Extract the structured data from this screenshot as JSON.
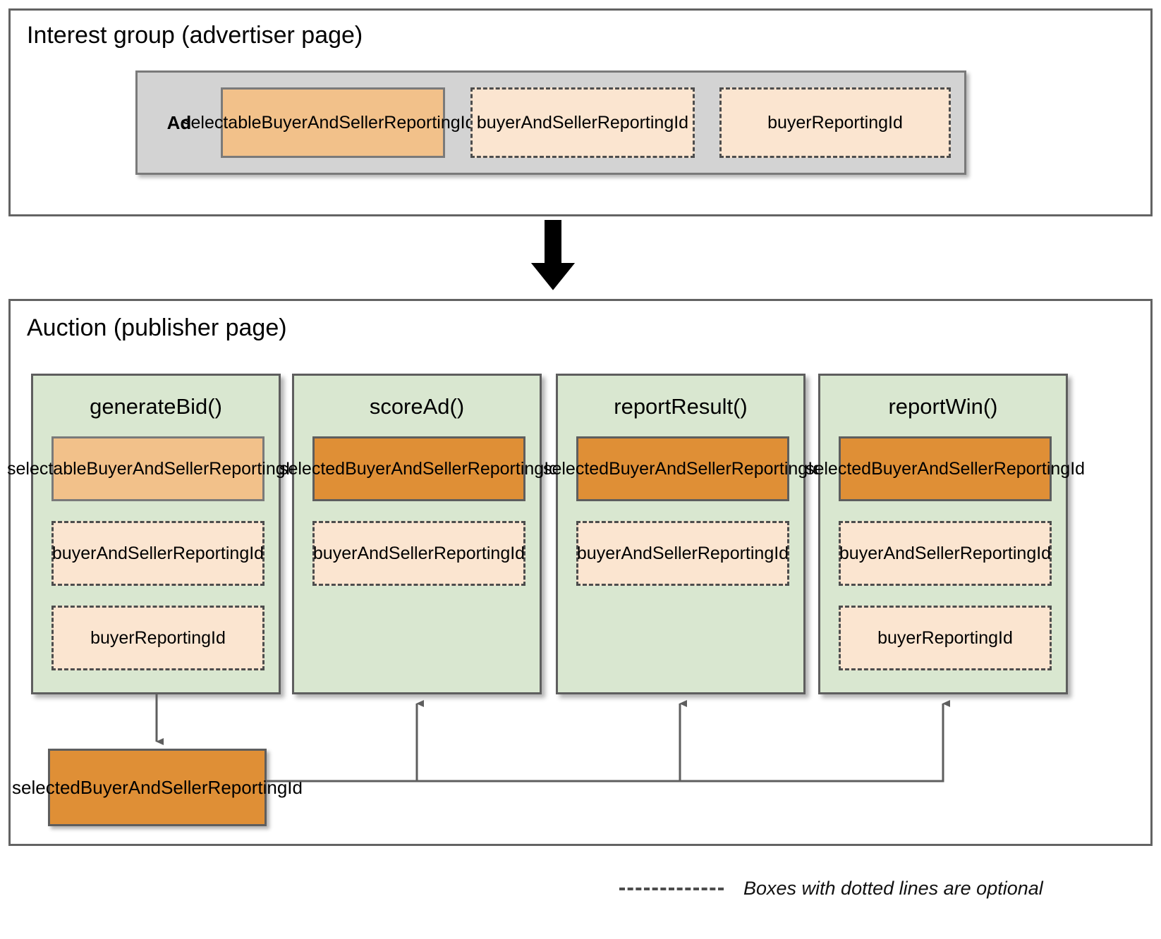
{
  "interest_group": {
    "title": "Interest group (advertiser page)",
    "ad_label": "Ad",
    "items": [
      {
        "label": "selectableBuyerAndSellerReportingIds",
        "style": "solid-light",
        "optional": false
      },
      {
        "label": "buyerAndSellerReportingId",
        "style": "dashed",
        "optional": true
      },
      {
        "label": "buyerReportingId",
        "style": "dashed",
        "optional": true
      }
    ]
  },
  "auction": {
    "title": "Auction (publisher page)",
    "columns": [
      {
        "title": "generateBid()",
        "items": [
          {
            "label": "selectableBuyerAndSellerReportingIds",
            "style": "solid-light",
            "optional": false
          },
          {
            "label": "buyerAndSellerReportingId",
            "style": "dashed",
            "optional": true
          },
          {
            "label": "buyerReportingId",
            "style": "dashed",
            "optional": true
          }
        ]
      },
      {
        "title": "scoreAd()",
        "items": [
          {
            "label": "selectedBuyerAndSellerReportingId",
            "style": "solid-dark",
            "optional": false
          },
          {
            "label": "buyerAndSellerReportingId",
            "style": "dashed",
            "optional": true
          }
        ]
      },
      {
        "title": "reportResult()",
        "items": [
          {
            "label": "selectedBuyerAndSellerReportingId",
            "style": "solid-dark",
            "optional": false
          },
          {
            "label": "buyerAndSellerReportingId",
            "style": "dashed",
            "optional": true
          }
        ]
      },
      {
        "title": "reportWin()",
        "items": [
          {
            "label": "selectedBuyerAndSellerReportingId",
            "style": "solid-dark",
            "optional": false
          },
          {
            "label": "buyerAndSellerReportingId",
            "style": "dashed",
            "optional": true
          },
          {
            "label": "buyerReportingId",
            "style": "dashed",
            "optional": true
          }
        ]
      }
    ],
    "result": {
      "label": "selectedBuyerAndSellerReportingId"
    }
  },
  "legend": {
    "text": "Boxes with dotted lines are optional"
  },
  "colors": {
    "frame_border": "#636363",
    "ad_row_fill": "#d3d3d3",
    "token_light": "#f2c18a",
    "token_dark": "#df8f36",
    "token_optional": "#fbe5d0",
    "function_fill": "#d9e7d0",
    "connector": "#5e5e5e",
    "big_arrow": "#000000"
  },
  "icons": {
    "flow_arrow": "down-arrow-icon",
    "legend_dash": "dashed-line-icon"
  }
}
